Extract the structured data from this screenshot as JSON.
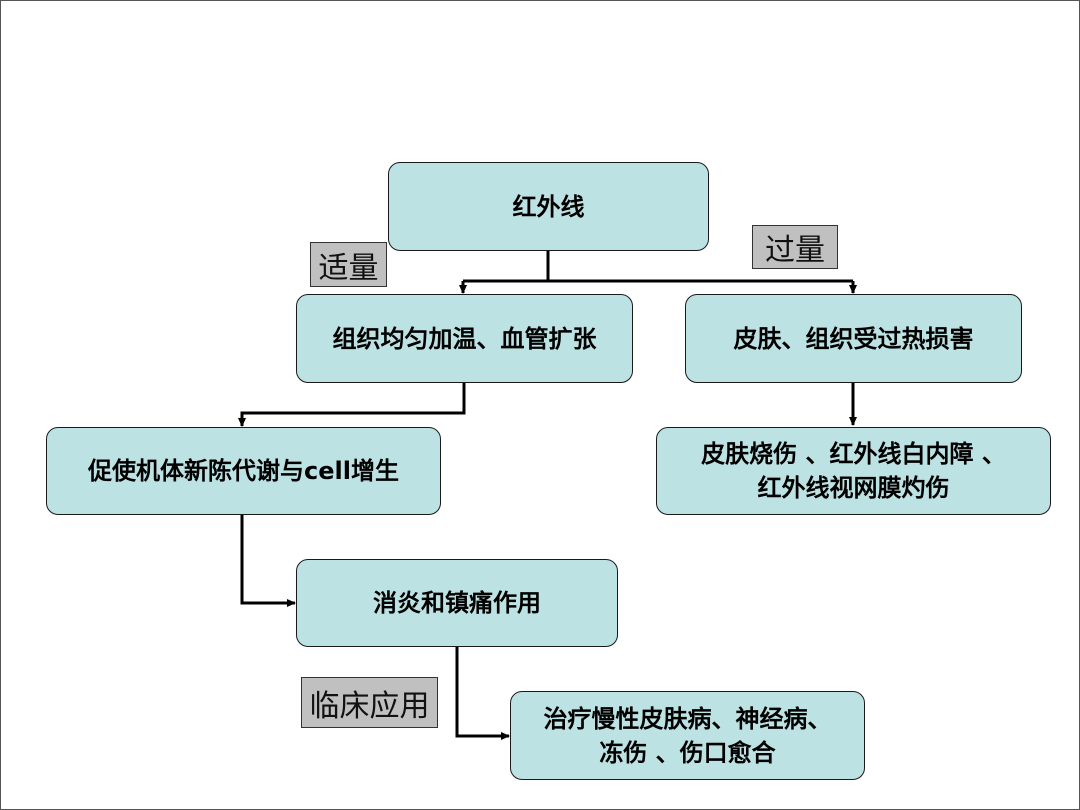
{
  "colors": {
    "node_fill": "#bde2e4",
    "label_fill": "#c0c0c0",
    "line": "#000000"
  },
  "nodes": {
    "root": "红外线",
    "left1": "组织均匀加温、血管扩张",
    "right1": "皮肤、组织受过热损害",
    "left2": "促使机体新陈代谢与cell增生",
    "right2_line1": "皮肤烧伤 、红外线白内障 、",
    "right2_line2": "红外线视网膜灼伤",
    "left3": "消炎和镇痛作用",
    "left4_line1": "治疗慢性皮肤病、神经病、",
    "left4_line2": "冻伤 、伤口愈合"
  },
  "labels": {
    "moderate": "适量",
    "excess": "过量",
    "clinical": "临床应用"
  }
}
